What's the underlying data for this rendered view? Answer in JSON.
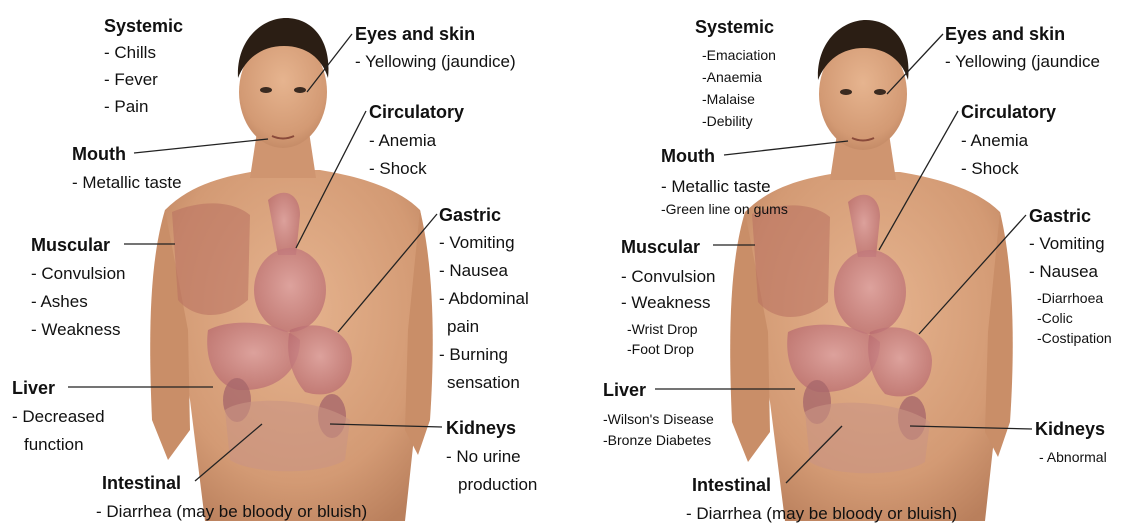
{
  "colors": {
    "skin": "#d9a37f",
    "skin_shadow": "#b97f5c",
    "hair": "#2b1e14",
    "organ": "#c9787a",
    "leader": "#222222"
  },
  "panels": [
    {
      "name": "left",
      "groups": {
        "systemic": {
          "title": "Systemic",
          "items": [
            "- Chills",
            "- Fever",
            "- Pain"
          ]
        },
        "eyes": {
          "title": "Eyes and skin",
          "items": [
            "- Yellowing (jaundice)"
          ]
        },
        "circulatory": {
          "title": "Circulatory",
          "items": [
            "- Anemia",
            "- Shock"
          ]
        },
        "mouth": {
          "title": "Mouth",
          "items": [
            "- Metallic taste"
          ]
        },
        "gastric": {
          "title": "Gastric",
          "items": [
            "- Vomiting",
            "- Nausea",
            "- Abdominal",
            "pain",
            "- Burning",
            "sensation"
          ]
        },
        "muscular": {
          "title": "Muscular",
          "items": [
            "- Convulsion",
            "- Ashes",
            "- Weakness"
          ]
        },
        "liver": {
          "title": "Liver",
          "items": [
            "- Decreased",
            "function"
          ]
        },
        "kidneys": {
          "title": "Kidneys",
          "items": [
            "- No urine",
            "production"
          ]
        },
        "intestinal": {
          "title": "Intestinal",
          "items": [
            "- Diarrhea (may be bloody or bluish)"
          ]
        }
      }
    },
    {
      "name": "right",
      "groups": {
        "systemic": {
          "title": "Systemic",
          "items": [
            "-Emaciation",
            "-Anaemia",
            "-Malaise",
            "-Debility"
          ]
        },
        "eyes": {
          "title": "Eyes and skin",
          "items": [
            "- Yellowing (jaundice"
          ]
        },
        "circulatory": {
          "title": "Circulatory",
          "items": [
            "- Anemia",
            "- Shock"
          ]
        },
        "mouth": {
          "title": "Mouth",
          "items": [
            "- Metallic taste",
            "-Green line on gums"
          ]
        },
        "gastric": {
          "title": "Gastric",
          "items": [
            "- Vomiting",
            "- Nausea",
            "-Diarrhoea",
            "-Colic",
            "-Costipation"
          ]
        },
        "muscular": {
          "title": "Muscular",
          "items": [
            "- Convulsion",
            "- Weakness",
            "-Wrist Drop",
            "-Foot Drop"
          ]
        },
        "liver": {
          "title": "Liver",
          "items": [
            "-Wilson's Disease",
            "-Bronze Diabetes"
          ]
        },
        "kidneys": {
          "title": "Kidneys",
          "items": [
            "- Abnormal"
          ]
        },
        "intestinal": {
          "title": "Intestinal",
          "items": [
            "- Diarrhea (may be bloody or bluish)"
          ]
        }
      }
    }
  ]
}
